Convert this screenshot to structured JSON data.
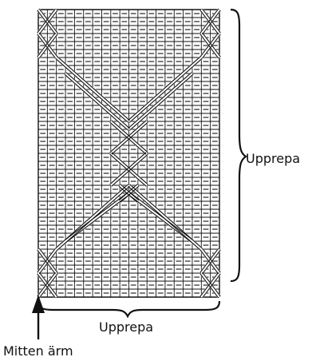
{
  "labels": {
    "repeat_rows": "Upprepa",
    "repeat_stitches": "Upprepa",
    "sleeve_center": "Mitten ärm"
  },
  "chart": {
    "columns": 20,
    "rows": 36,
    "symbol": "dash",
    "colors": {
      "ink": "#111111",
      "background": "#ffffff"
    }
  }
}
